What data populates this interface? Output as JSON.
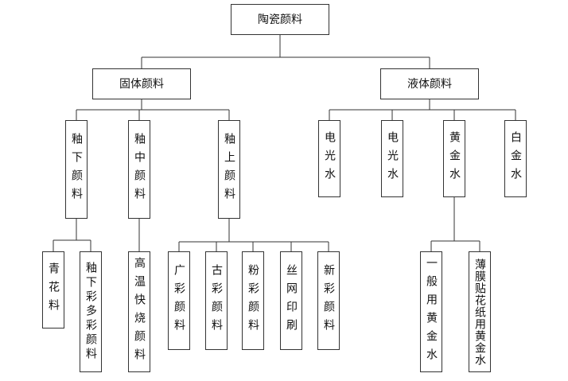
{
  "root": {
    "label": "陶瓷颜料"
  },
  "solid": {
    "label": "固体颜料",
    "children": [
      {
        "label": "釉下颜料",
        "children": [
          "青花料",
          "釉下彩多彩颜料"
        ]
      },
      {
        "label": "釉中颜料",
        "children": [
          "高温快烧颜料"
        ]
      },
      {
        "label": "釉上颜料",
        "children": [
          "广彩颜料",
          "古彩颜料",
          "粉彩颜料",
          "丝网印刷",
          "新彩颜料"
        ]
      }
    ]
  },
  "liquid": {
    "label": "液体颜料",
    "children": [
      {
        "label": "电光水"
      },
      {
        "label": "电光水"
      },
      {
        "label": "黄金水",
        "children": [
          "一般用黄金水",
          "薄膜贴花纸用黄金水"
        ]
      },
      {
        "label": "白金水"
      }
    ]
  }
}
